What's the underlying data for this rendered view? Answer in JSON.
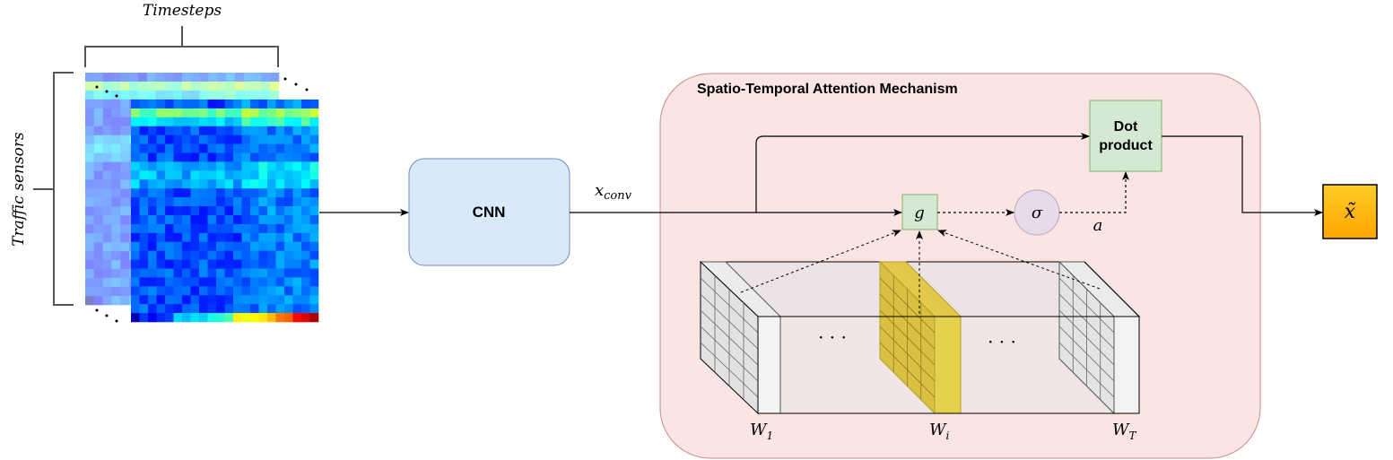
{
  "labels": {
    "timesteps": "Timesteps",
    "traffic_sensors": "Traffic sensors",
    "cnn": "CNN",
    "x_conv_main": "x",
    "x_conv_sub": "conv",
    "attention_title": "Spatio-Temporal Attention Mechanism",
    "dot_product_line1": "Dot",
    "dot_product_line2": "product",
    "g": "g",
    "sigma": "σ",
    "a": "a",
    "output": "x̃",
    "w1_main": "W",
    "w1_sub": "1",
    "wi_main": "W",
    "wi_sub": "i",
    "wt_main": "W",
    "wt_sub": "T",
    "ellipsis_left": "· · ·",
    "ellipsis_right": "· · ·"
  },
  "colors": {
    "attention_bg": "#fae4e4",
    "attention_border": "#c98a8a",
    "cnn_fill": "#dae8fc",
    "cnn_border": "#6c8ebf",
    "green_fill": "#d5e8d4",
    "green_border": "#82b366",
    "sigma_fill": "#e8dbe8",
    "sigma_border": "#b9a5c3",
    "output_fill_top": "#ffcd28",
    "output_fill_bottom": "#ffa500",
    "output_border": "#d79b00",
    "highlight_slice": "#e3c94a"
  },
  "icons": {
    "heatmap_front": "traffic-heatmap",
    "heatmap_back": "traffic-heatmap-faded"
  }
}
